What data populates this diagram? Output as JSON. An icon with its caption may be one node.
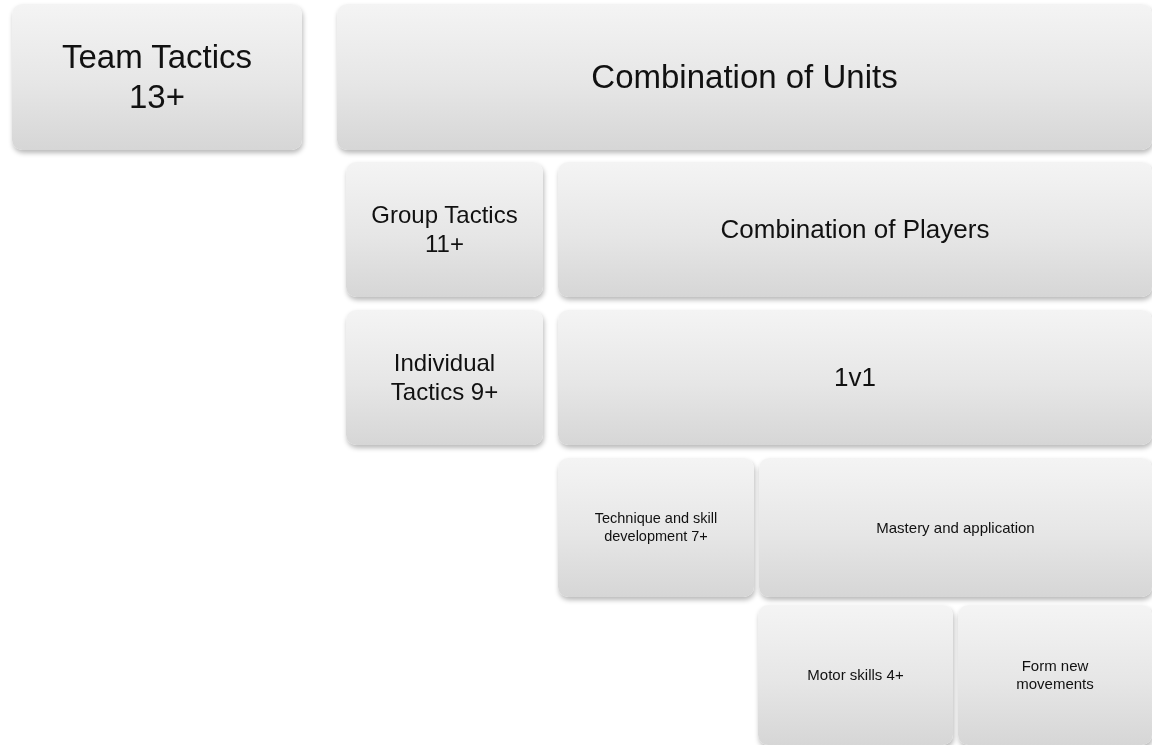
{
  "diagram": {
    "nodes": [
      {
        "text": [
          "Team Tactics 13+"
        ]
      },
      {
        "text": [
          "Combination of Units"
        ]
      },
      {
        "text": [
          "Group Tactics 11+"
        ]
      },
      {
        "text": [
          "Combination of Players"
        ]
      },
      {
        "text": [
          "Individual Tactics 9+"
        ]
      },
      {
        "text": [
          "1v1"
        ]
      },
      {
        "text": [
          "Technique and skill development 7+"
        ]
      },
      {
        "text": [
          "Mastery and application"
        ]
      },
      {
        "text": [
          "Motor skills 4+"
        ]
      },
      {
        "text": [
          "Form new movements"
        ]
      }
    ]
  }
}
